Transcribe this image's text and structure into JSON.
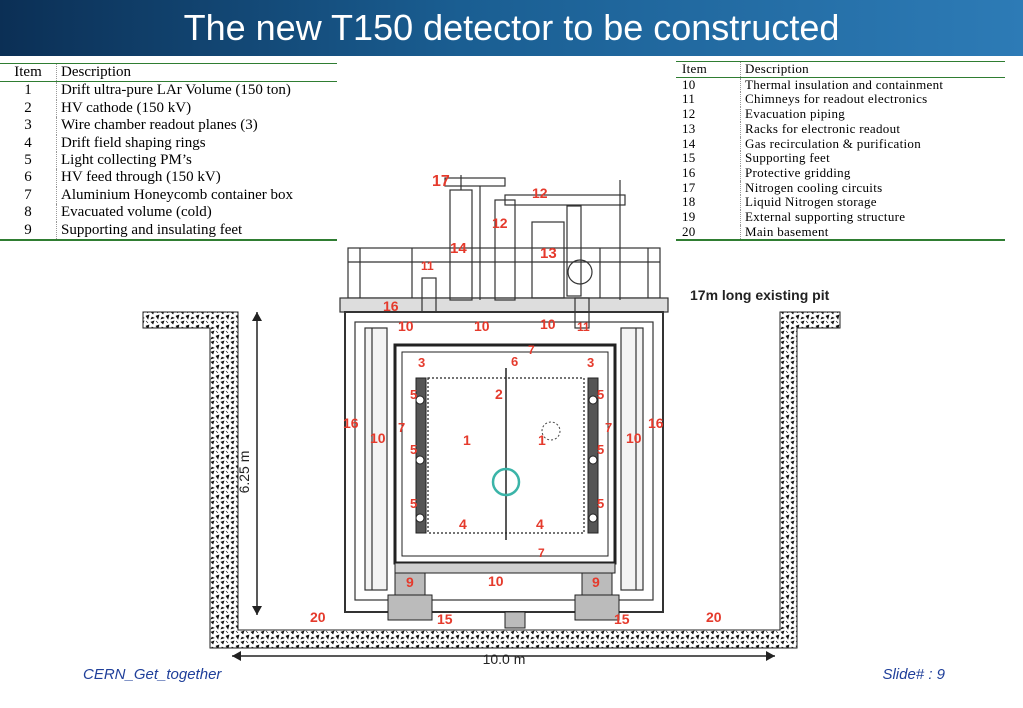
{
  "slide": {
    "title": "The new T150 detector to be constructed",
    "footer_left": "CERN_Get_together",
    "footer_right": "Slide#  : 9"
  },
  "table_left": {
    "header": [
      "Item",
      "Description"
    ],
    "rows": [
      [
        "1",
        "Drift ultra-pure LAr Volume (150 ton)"
      ],
      [
        "2",
        "HV cathode (150  kV)"
      ],
      [
        "3",
        "Wire chamber readout planes (3)"
      ],
      [
        "4",
        "Drift field shaping rings"
      ],
      [
        "5",
        "Light collecting PM’s"
      ],
      [
        "6",
        "HV feed through (150 kV)"
      ],
      [
        "7",
        "Aluminium Honeycomb container box"
      ],
      [
        "8",
        "Evacuated volume (cold)"
      ],
      [
        "9",
        "Supporting and insulating feet"
      ]
    ]
  },
  "table_right": {
    "header": [
      "Item",
      "Description"
    ],
    "rows": [
      [
        "10",
        "Thermal insulation and containment"
      ],
      [
        "11",
        "Chimneys for readout electronics"
      ],
      [
        "12",
        "Evacuation  piping"
      ],
      [
        "13",
        "Racks  for  electronic  readout"
      ],
      [
        "14",
        "Gas recirculation & purification"
      ],
      [
        "15",
        "Supporting  feet"
      ],
      [
        "16",
        "Protective gridding"
      ],
      [
        "17",
        "Nitrogen cooling circuits"
      ],
      [
        "18",
        "Liquid Nitrogen storage"
      ],
      [
        "19",
        "External supporting structure"
      ],
      [
        "20",
        "Main  basement"
      ]
    ]
  },
  "diagram": {
    "pit_label": "17m long existing pit",
    "height_label": "6.25 m",
    "width_label": "10.0 m",
    "callouts": [
      "17",
      "12",
      "12",
      "14",
      "13",
      "11",
      "16",
      "10",
      "10",
      "10",
      "11",
      "3",
      "6",
      "7",
      "3",
      "2",
      "5",
      "5",
      "5",
      "5",
      "5",
      "5",
      "16",
      "10",
      "7",
      "1",
      "1",
      "7",
      "10",
      "16",
      "4",
      "4",
      "7",
      "9",
      "10",
      "9",
      "20",
      "15",
      "15",
      "20"
    ],
    "colors": {
      "callout": "#e53a2c",
      "title_bar": "#1a5e92",
      "table_rule": "#2f7d32",
      "footer": "#1f3f9a",
      "marker": "#3bb4a8"
    }
  }
}
